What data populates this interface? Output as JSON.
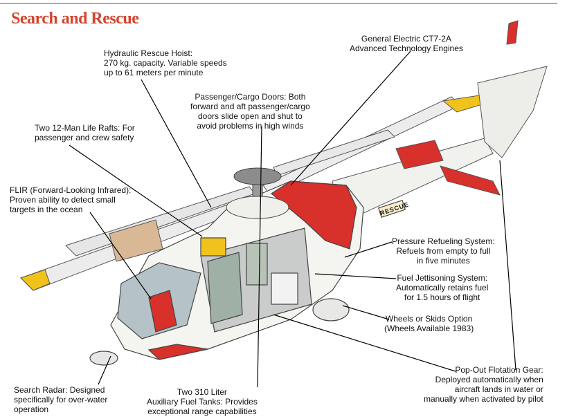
{
  "title": "Search and Rescue",
  "tail_badge": "RESCUE",
  "colors": {
    "title": "#d2452e",
    "accent_red": "#d8302a",
    "accent_yellow": "#f0c21b",
    "hull": "#f4f4f0"
  },
  "callouts": {
    "engines": [
      "General Electric CT7-2A",
      "Advanced Technology Engines"
    ],
    "hoist": [
      "Hydraulic Rescue Hoist:",
      "270 kg. capacity. Variable speeds",
      "up to 61 meters per minute"
    ],
    "doors": [
      "Passenger/Cargo Doors: Both",
      "forward and aft passenger/cargo",
      "doors slide open and shut to",
      "avoid problems in high winds"
    ],
    "rafts": [
      "Two 12-Man Life Rafts: For",
      "passenger and crew safety"
    ],
    "flir": [
      "FLIR (Forward-Looking Infrared):",
      "Proven ability to detect small",
      "targets in the ocean"
    ],
    "refuel": [
      "Pressure Refueling System:",
      "Refuels from empty to full",
      "in five minutes"
    ],
    "jettison": [
      "Fuel Jettisoning System:",
      "Automatically retains fuel",
      "for 1.5 hours of flight"
    ],
    "wheels": [
      "Wheels or Skids Option",
      "(Wheels Available 1983)"
    ],
    "flotation": [
      "Pop-Out Flotation Gear:",
      "Deployed automatically when",
      "aircraft lands in water or",
      "manually when activated by pilot"
    ],
    "radar": [
      "Search Radar: Designed",
      "specifically for over-water",
      "operation"
    ],
    "tanks": [
      "Two 310 Liter",
      "Auxiliary Fuel Tanks: Provides",
      "exceptional range capabilities"
    ]
  }
}
